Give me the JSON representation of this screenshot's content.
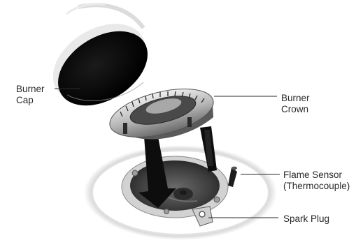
{
  "labels": {
    "burner_cap": {
      "line1": "Burner",
      "line2": "Cap"
    },
    "burner_crown": {
      "line1": "Burner",
      "line2": "Crown"
    },
    "flame_sensor": {
      "line1": "Flame Sensor",
      "line2": "(Thermocouple)"
    },
    "spark_plug": {
      "line1": "Spark Plug"
    }
  },
  "colors": {
    "ink": "#2a2a2a",
    "cap": "#0a0a0a",
    "crown_metal": "#b9b9b9",
    "well": "#3f3f3f",
    "rim": "#d8d8d8"
  }
}
